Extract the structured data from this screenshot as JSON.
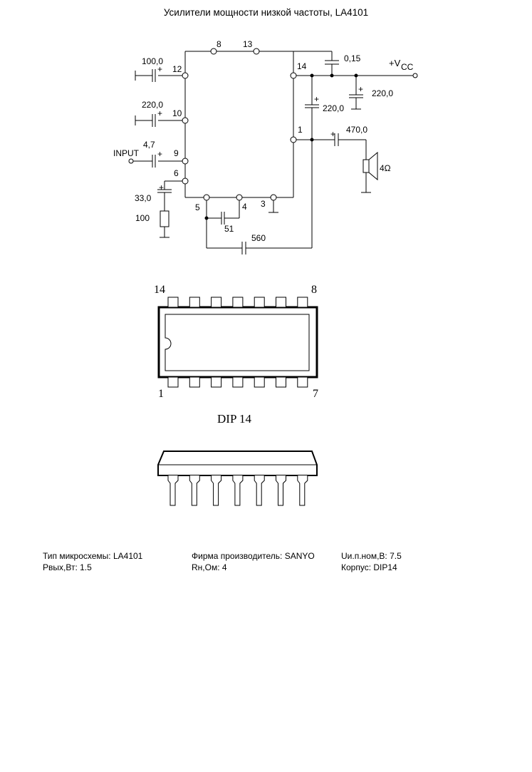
{
  "title": "Усилители мощности низкой частоты, LA4101",
  "schematic": {
    "pins": {
      "p8": "8",
      "p13": "13",
      "p12": "12",
      "p14": "14",
      "p10": "10",
      "p1": "1",
      "p9": "9",
      "p6": "6",
      "p5": "5",
      "p4": "4",
      "p3": "3"
    },
    "components": {
      "c_100": "100,0",
      "c_220_pin10": "220,0",
      "c_4_7": "4,7",
      "c_33": "33,0",
      "r_100": "100",
      "c_51": "51",
      "c_560": "560",
      "c_0_15": "0,15",
      "c_220_vcc": "220,0",
      "c_220_pin14": "220,0",
      "c_470": "470,0",
      "speaker": "4Ω"
    },
    "plus": "+",
    "input_label": "INPUT",
    "vcc_main": "+V",
    "vcc_sub": "CC"
  },
  "package": {
    "pin14": "14",
    "pin8": "8",
    "pin1": "1",
    "pin7": "7",
    "name": "DIP 14"
  },
  "specs": {
    "chip_type": "Тип микросхемы: LA4101",
    "manufacturer": "Фирма производитель: SANYO",
    "voltage": "Uи.п.ном,В: 7.5",
    "power": "Рвых,Вт: 1.5",
    "load": "Rн,Ом: 4",
    "case": "Корпус: DIP14"
  }
}
